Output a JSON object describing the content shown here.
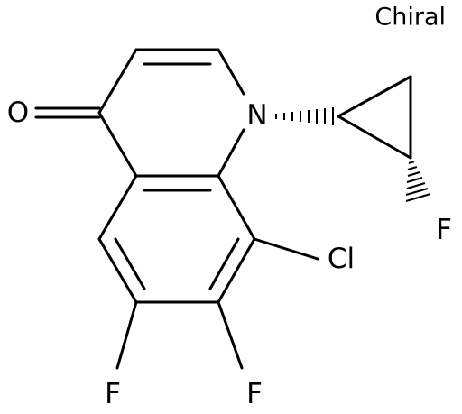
{
  "stereo_label": "Chiral",
  "atoms": {
    "oxygen": "O",
    "nitrogen": "N",
    "chlorine": "Cl",
    "fluorine_6": "F",
    "fluorine_7": "F",
    "fluorine_cyclopropyl": "F"
  }
}
